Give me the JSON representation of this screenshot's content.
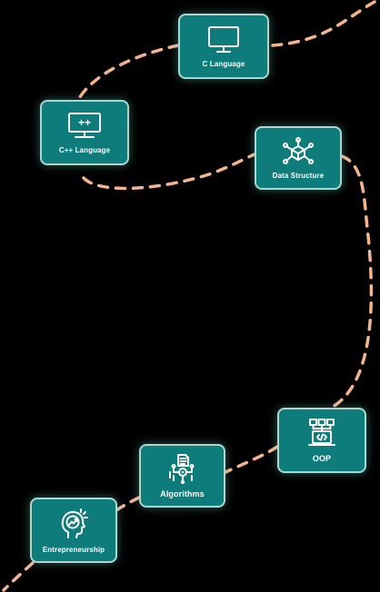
{
  "colors": {
    "background": "#000000",
    "node_fill": "#0d7c7a",
    "node_border": "#a8d8cf",
    "path": "#f3b48e",
    "text": "#ffffff"
  },
  "nodes": {
    "c": {
      "label": "C Language",
      "icon": "monitor-icon"
    },
    "cpp": {
      "label": "C++ Language",
      "icon_text": "++",
      "icon": "monitor-plus-plus-icon"
    },
    "ds": {
      "label": "Data Structure",
      "icon": "cube-network-icon"
    },
    "oop": {
      "label": "OOP",
      "icon": "laptop-code-hierarchy-icon"
    },
    "algo": {
      "label": "Algorithms",
      "icon": "document-gear-circuit-icon"
    },
    "ent": {
      "label": "Entrepreneurship",
      "icon": "head-growth-chart-icon"
    }
  }
}
